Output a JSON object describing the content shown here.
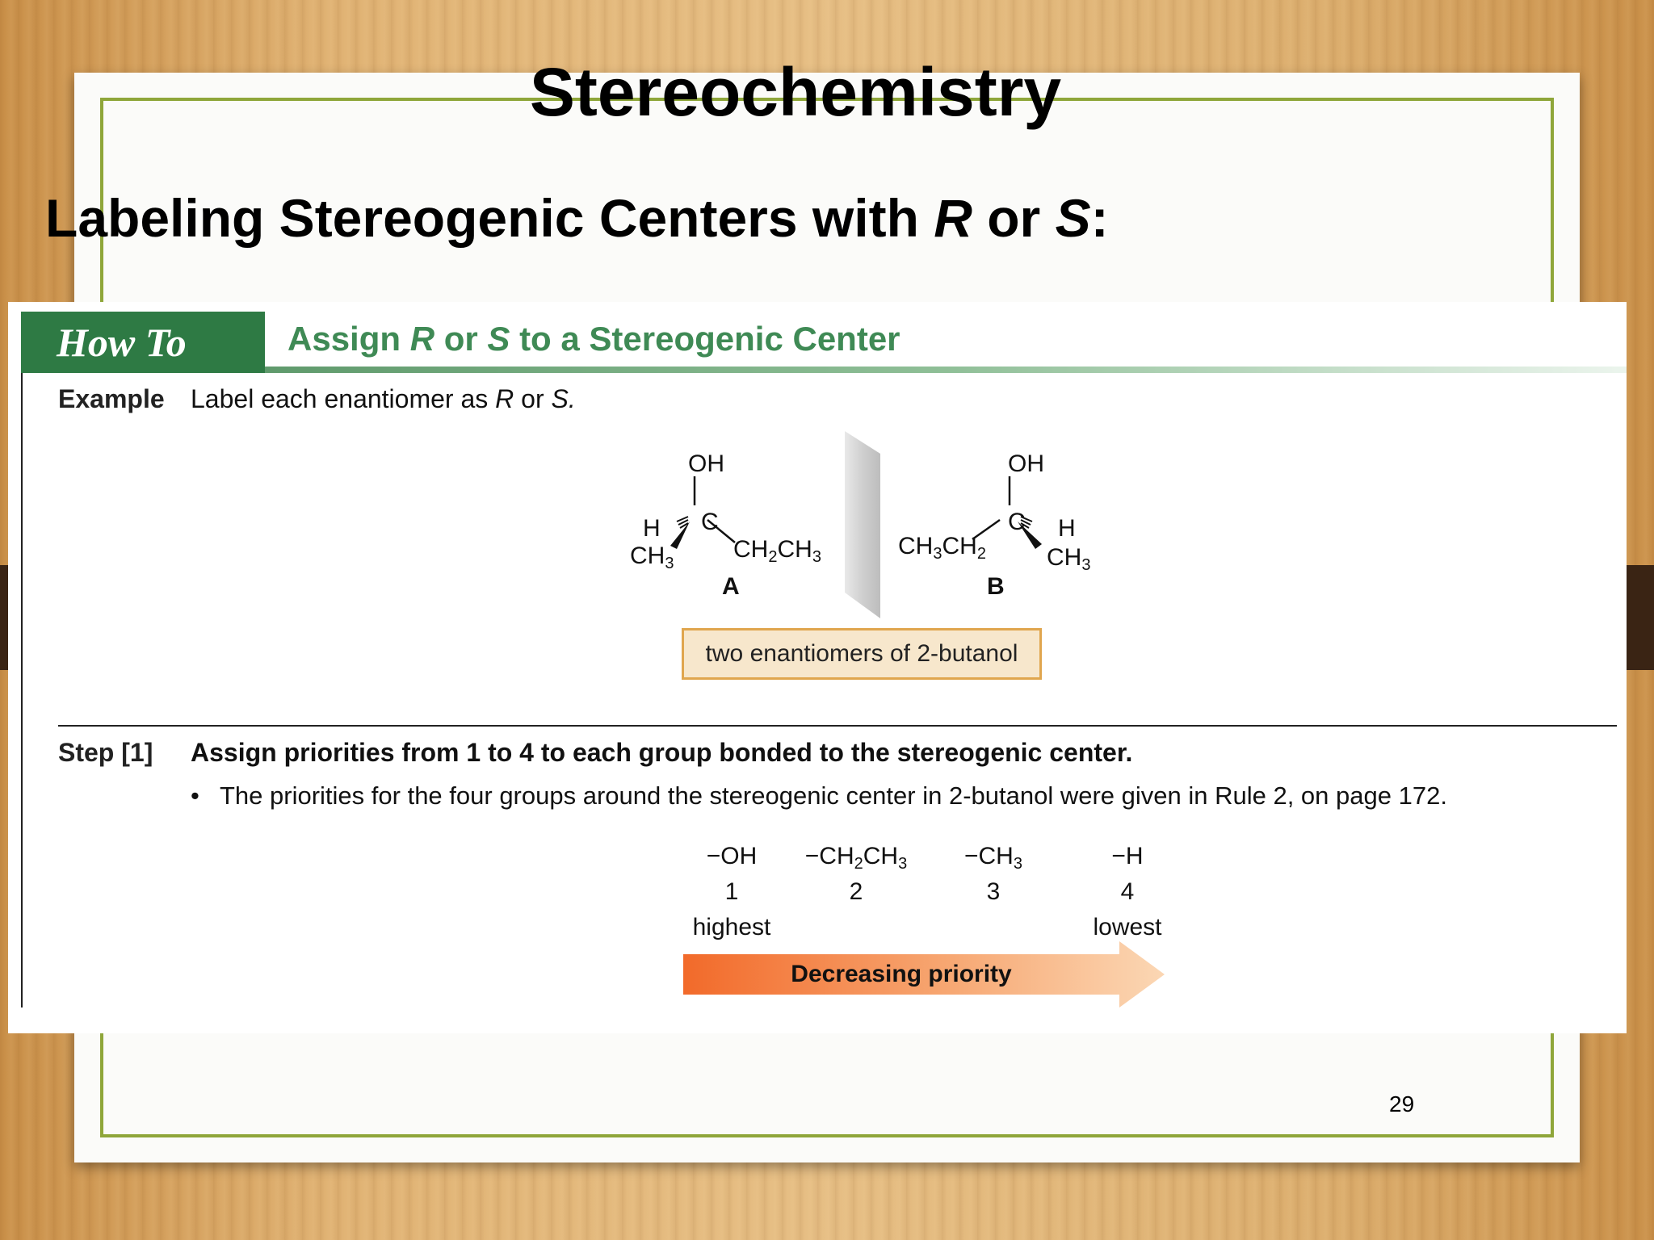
{
  "slide": {
    "title": "Stereochemistry",
    "subtitle_part1": "Labeling Stereogenic Centers with ",
    "subtitle_R": "R",
    "subtitle_or": " or ",
    "subtitle_S": "S",
    "subtitle_colon": ":",
    "page_number": "29"
  },
  "howto": {
    "tab_label": "How To",
    "title_part1": "Assign ",
    "title_R": "R",
    "title_or": " or ",
    "title_S": "S",
    "title_part2": " to a Stereogenic Center"
  },
  "example": {
    "label": "Example",
    "text_part1": "Label each enantiomer as ",
    "text_R": "R",
    "text_or": " or ",
    "text_S": "S."
  },
  "molecules": {
    "A": {
      "top": "OH",
      "center": "C",
      "left": "H",
      "bottom_left": "CH",
      "bottom_left_sub": "3",
      "right1": "CH",
      "right1_sub": "2",
      "right2": "CH",
      "right2_sub": "3",
      "label": "A"
    },
    "B": {
      "top": "OH",
      "center": "C",
      "right": "H",
      "bottom_right": "CH",
      "bottom_right_sub": "3",
      "left1": "CH",
      "left1_sub": "3",
      "left2": "CH",
      "left2_sub": "2",
      "label": "B"
    },
    "caption": "two enantiomers of 2-butanol"
  },
  "step1": {
    "label": "Step [1]",
    "heading": "Assign priorities from 1 to 4 to each group bonded to the stereogenic center.",
    "bullet": "The priorities for the four groups around the stereogenic center in 2-butanol were given in Rule 2, on page 172."
  },
  "priorities": [
    {
      "group": "−OH",
      "rank": "1",
      "note": "highest"
    },
    {
      "group_a": "−CH",
      "sub_a": "2",
      "group_b": "CH",
      "sub_b": "3",
      "rank": "2",
      "note": ""
    },
    {
      "group": "−CH",
      "sub": "3",
      "rank": "3",
      "note": ""
    },
    {
      "group": "−H",
      "rank": "4",
      "note": "lowest"
    }
  ],
  "arrow": {
    "label": "Decreasing priority"
  },
  "colors": {
    "frame_green": "#8fa63a",
    "howto_green": "#2e7a44",
    "howto_title": "#3f8a55",
    "caption_fill": "#f7e7cc",
    "caption_border": "#e0a64e",
    "arrow_start": "#f26a2a",
    "arrow_end": "#fbd7b4"
  }
}
